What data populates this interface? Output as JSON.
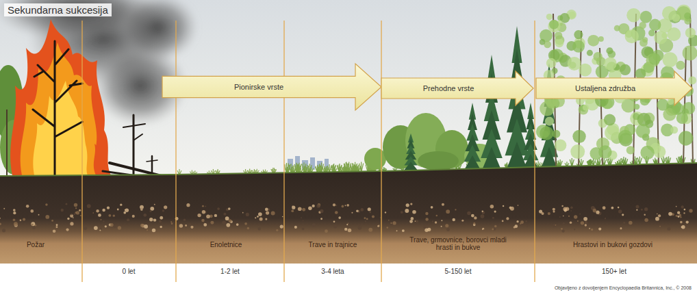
{
  "diagram": {
    "title": "Sekundarna sukcesija",
    "nodes": [
      {
        "text": [
          "Pionirske vrste"
        ]
      },
      {
        "text": [
          "Prehodne vrste"
        ]
      },
      {
        "text": [
          "Ustaljena združba"
        ]
      }
    ],
    "labels": [
      "Požar",
      "Enoletnice",
      "Trave in trajnice",
      "Trave, grmovnice, borovci mladi hrasti in bukve",
      "Hrastovi in bukovi gozdovi",
      "0 let",
      "1-2 let",
      "3-4 leta",
      "5-150 let",
      "150+ let",
      "Objavljeno z dovoljenjem Encyclopaedia Britannica, Inc., © 2008"
    ]
  }
}
